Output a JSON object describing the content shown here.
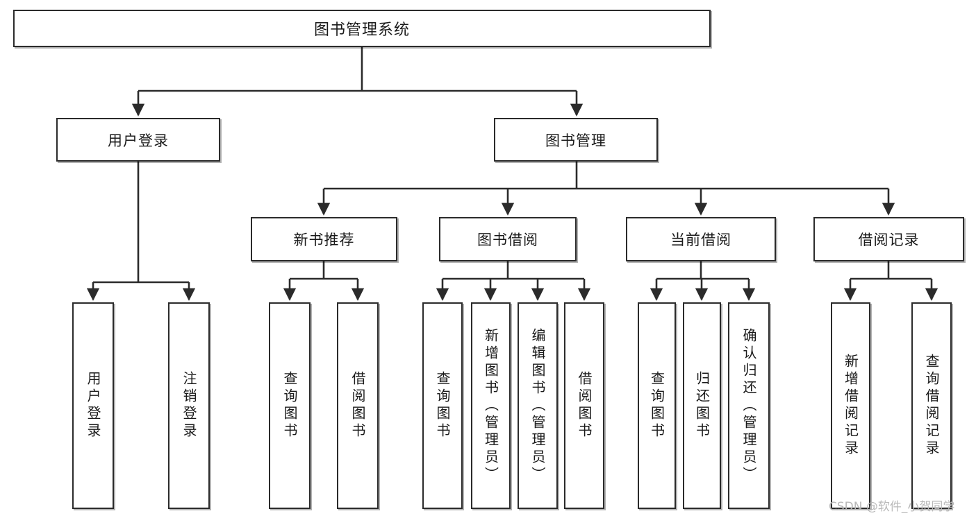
{
  "diagram": {
    "title": "图书管理系统",
    "type": "tree-hierarchy-diagram",
    "colors": {
      "box_border": "#2b2b2b",
      "box_fill": "#ffffff",
      "edge": "#2b2b2b",
      "text": "#1a1a1a",
      "watermark": "#b9b9b9",
      "background": "#ffffff"
    },
    "root": {
      "label": "图书管理系统"
    },
    "level2": [
      {
        "label": "用户登录"
      },
      {
        "label": "图书管理"
      }
    ],
    "level3": [
      {
        "label": "新书推荐"
      },
      {
        "label": "图书借阅"
      },
      {
        "label": "当前借阅"
      },
      {
        "label": "借阅记录"
      }
    ],
    "leaves": {
      "user_login": [
        {
          "label": "用户登录"
        },
        {
          "label": "注销登录"
        }
      ],
      "new_book_recommend": [
        {
          "label": "查询图书"
        },
        {
          "label": "借阅图书"
        }
      ],
      "book_borrow": [
        {
          "label": "查询图书"
        },
        {
          "label": "新增图书（管理员）"
        },
        {
          "label": "编辑图书（管理员）"
        },
        {
          "label": "借阅图书"
        }
      ],
      "current_borrow": [
        {
          "label": "查询图书"
        },
        {
          "label": "归还图书"
        },
        {
          "label": "确认归还（管理员）"
        }
      ],
      "borrow_record": [
        {
          "label": "新增借阅记录"
        },
        {
          "label": "查询借阅记录"
        }
      ]
    }
  },
  "watermark": {
    "text": "CSDN @软件_小贺同学"
  }
}
